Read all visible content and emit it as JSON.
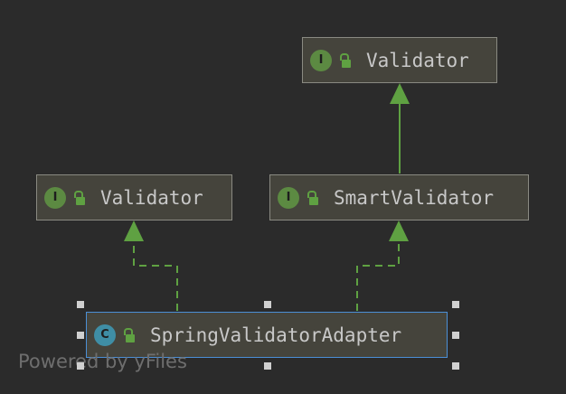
{
  "diagram": {
    "nodes": [
      {
        "id": "validator_top",
        "kind": "I",
        "name": "Validator"
      },
      {
        "id": "validator_left",
        "kind": "I",
        "name": "Validator"
      },
      {
        "id": "smart_validator",
        "kind": "I",
        "name": "SmartValidator"
      },
      {
        "id": "spring_validator_adapter",
        "kind": "C",
        "name": "SpringValidatorAdapter"
      }
    ],
    "edges": [
      {
        "from": "smart_validator",
        "to": "validator_top",
        "style": "solid"
      },
      {
        "from": "spring_validator_adapter",
        "to": "validator_left",
        "style": "dashed"
      },
      {
        "from": "spring_validator_adapter",
        "to": "smart_validator",
        "style": "dashed"
      }
    ],
    "colors": {
      "background": "#2b2b2b",
      "node_fill": "#45443c",
      "node_border": "#8a8a82",
      "selection_border": "#4b8fd6",
      "edge": "#5fa142",
      "interface_badge": "#5c8a42",
      "class_badge": "#3f8ea5"
    },
    "watermark": "Powered by yFiles"
  }
}
